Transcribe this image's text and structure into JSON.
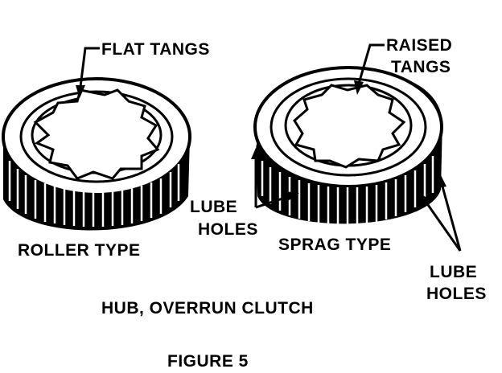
{
  "labels": {
    "flat_tangs": "FLAT TANGS",
    "raised_tangs_line1": "RAISED",
    "raised_tangs_line2": "TANGS",
    "lube_holes_left_line1": "LUBE",
    "lube_holes_left_line2": "HOLES",
    "lube_holes_right_line1": "LUBE",
    "lube_holes_right_line2": "HOLES",
    "roller_type": "ROLLER TYPE",
    "sprag_type": "SPRAG TYPE"
  },
  "caption": "HUB, OVERRUN CLUTCH",
  "figure_number": "FIGURE 5"
}
